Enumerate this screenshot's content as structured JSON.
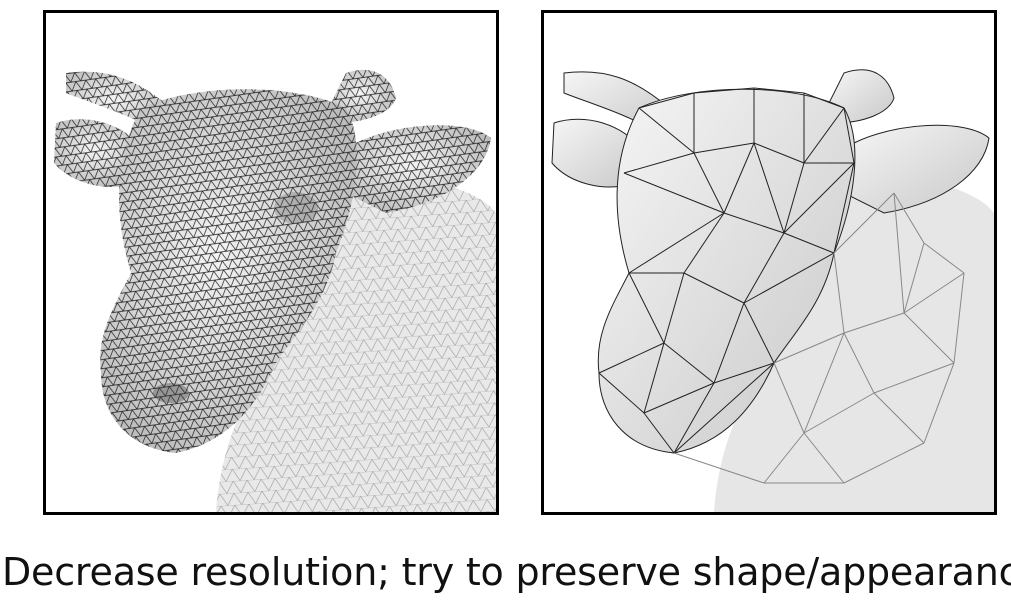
{
  "caption": "Decrease resolution; try to preserve shape/appearance",
  "panels": [
    {
      "name": "high-resolution-cow-mesh",
      "mesh_density": "dense"
    },
    {
      "name": "low-resolution-cow-mesh",
      "mesh_density": "coarse"
    }
  ],
  "colors": {
    "border": "#000000",
    "mesh_line": "#1a1a1a",
    "surface": "#ececec",
    "background": "#ffffff"
  }
}
